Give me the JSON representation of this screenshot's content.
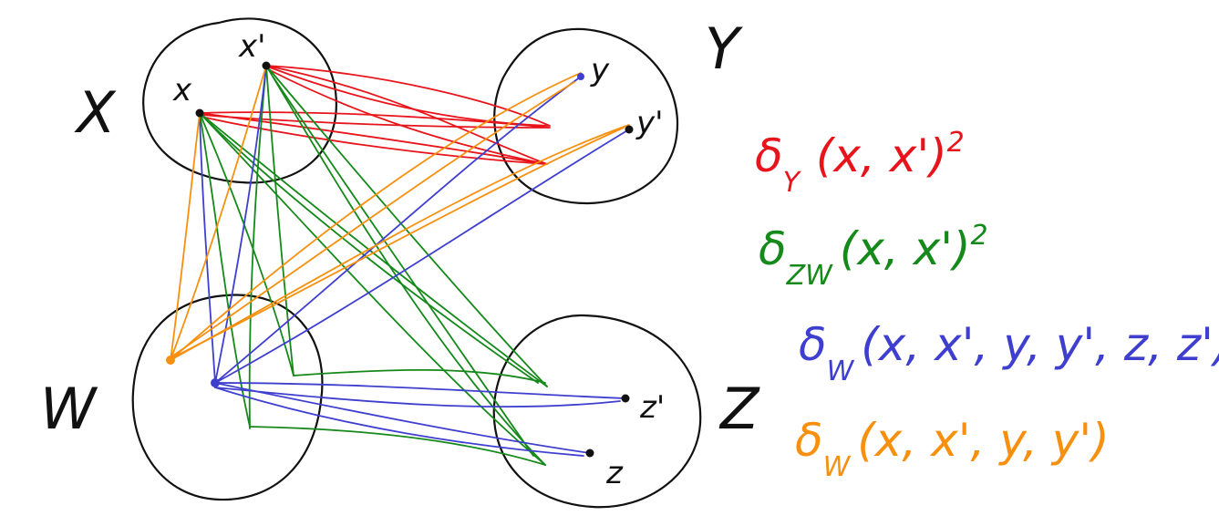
{
  "sets": {
    "x": {
      "label": "X"
    },
    "y": {
      "label": "Y"
    },
    "w": {
      "label": "W"
    },
    "z": {
      "label": "Z"
    }
  },
  "points": {
    "x": "x",
    "x_prime": "x'",
    "y": "y",
    "y_prime": "y'",
    "z": "z",
    "z_prime": "z'"
  },
  "legend": [
    {
      "key": "red",
      "color": "#e8141b",
      "symbol": "δ",
      "sub": "Y",
      "args": "(x, x')",
      "sup": "2"
    },
    {
      "key": "green",
      "color": "#15891a",
      "symbol": "δ",
      "sub": "ZW",
      "args": "(x, x')",
      "sup": "2"
    },
    {
      "key": "blue",
      "color": "#3f3fcf",
      "symbol": "δ",
      "sub": "W",
      "args": "(x, x', y, y', z, z')",
      "sup": ""
    },
    {
      "key": "orange",
      "color": "#f7900f",
      "symbol": "δ",
      "sub": "W",
      "args": "(x, x', y, y')",
      "sup": ""
    }
  ]
}
